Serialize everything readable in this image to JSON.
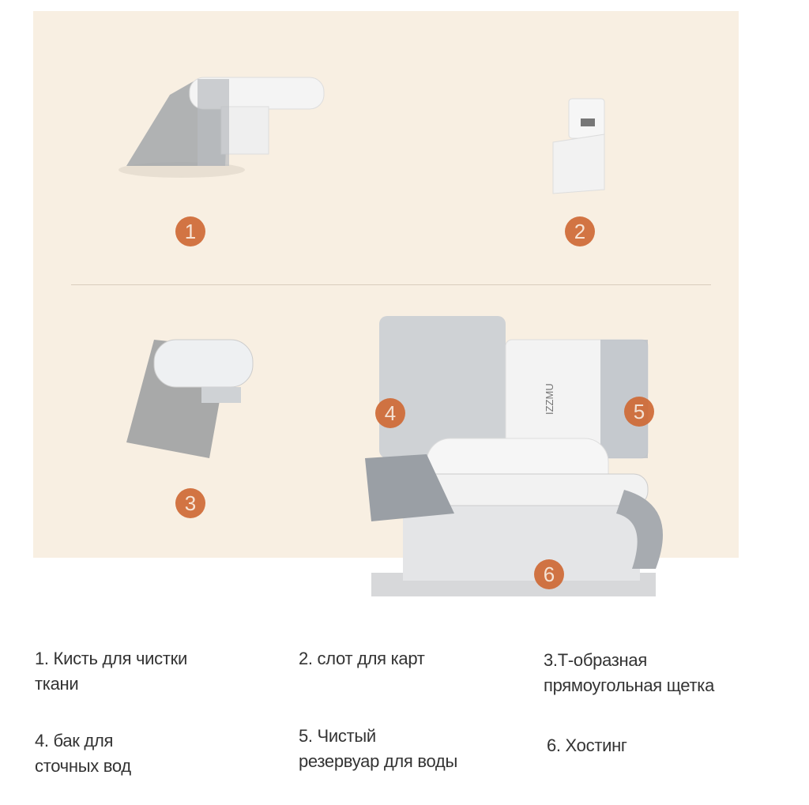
{
  "badges": [
    "1",
    "2",
    "3",
    "4",
    "5",
    "6"
  ],
  "captions": [
    {
      "line1": "1. Кисть для чистки",
      "line2": "ткани"
    },
    {
      "line1": "2. слот для карт",
      "line2": ""
    },
    {
      "line1": "3.Т-образная",
      "line2": "прямоугольная щетка"
    },
    {
      "line1": "4. бак для",
      "line2": "сточных вод"
    },
    {
      "line1": "5. Чистый",
      "line2": "резервуар для воды"
    },
    {
      "line1": "6. Хостинг",
      "line2": ""
    }
  ],
  "brand_logo": "IZZMU",
  "colors": {
    "panel": "#f8efe2",
    "badge": "#cf6a36"
  }
}
